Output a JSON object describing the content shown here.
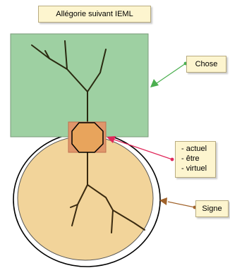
{
  "title": "Allégorie suivant IEML",
  "callouts": {
    "chose": "Chose",
    "states": [
      "- actuel",
      "- être",
      "- virtuel"
    ],
    "signe": "Signe"
  },
  "colors": {
    "chose_fill": "#9ed0a2",
    "signe_fill": "#f2d49a",
    "junction_box": "#e0966a",
    "junction_octagon": "#e8a45c",
    "tree_stroke": "#2a2a10",
    "arrow_chose": "#4caf50",
    "arrow_states": "#e0285a",
    "arrow_signe": "#a0622a"
  }
}
